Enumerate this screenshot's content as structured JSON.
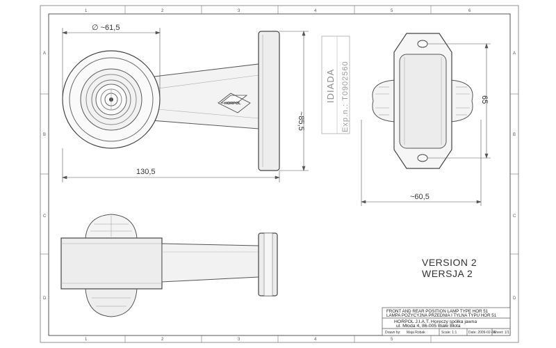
{
  "zones": {
    "columns": [
      "1",
      "2",
      "3",
      "4",
      "5",
      "6"
    ],
    "rows": [
      "A",
      "B",
      "C",
      "D"
    ]
  },
  "dimensions": {
    "diameter": "∅ ~61,5",
    "length": "130,5",
    "height": "~85,5",
    "side_height": "65",
    "side_width": "~60,5"
  },
  "stamp": {
    "brand": "IDIADA",
    "code": "Exp.n.: T0902560"
  },
  "logo": {
    "text": "HORPOL"
  },
  "version": {
    "en": "VERSION 2",
    "pl": "WERSJA 2"
  },
  "title_block": {
    "title_en": "FRONT AND REAR POSITION LAMP TYPE HOR 51",
    "title_pl": "LAMPA POZYCYJNA PRZEDNIA I TYLNA TYPU HOR 51",
    "company": "HORPOL J.I.A.T. Horeczy spółka jawna",
    "address": "ul. Młoda 4, 86-005 Białe Błota",
    "drawn_by": "Drawn by:",
    "drawn_name": "Maja Robak",
    "scale": "Scale: 1:1",
    "date": "Date: 2009-02-04",
    "sheet": "Sheet: 1/1"
  }
}
